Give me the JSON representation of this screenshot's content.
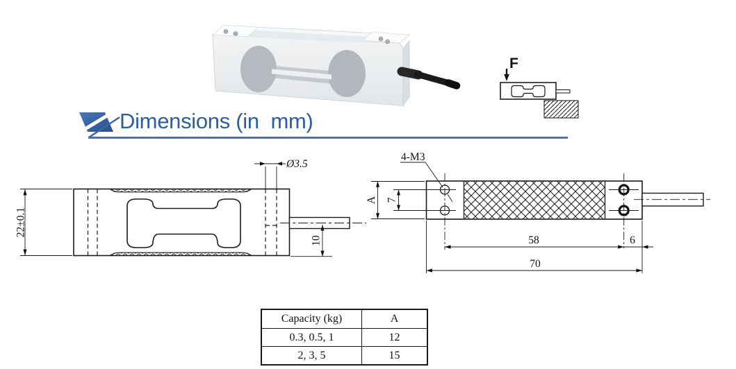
{
  "header": {
    "title": "Dimensions (in  mm)"
  },
  "force_diagram": {
    "force_label": "F"
  },
  "front_view": {
    "height": "22±0.1",
    "cable_hole_dia": "Ø3.5",
    "cable_offset": "10"
  },
  "top_view": {
    "thread_note": "4-M3",
    "width_label": "A",
    "hole_spacing": "7",
    "length_to_holes": "58",
    "edge_to_hole": "6",
    "total_length": "70"
  },
  "capacity_table": {
    "headers": [
      "Capacity (kg)",
      "A"
    ],
    "rows": [
      {
        "capacity": "0.3, 0.5, 1",
        "a": "12"
      },
      {
        "capacity": "2, 3, 5",
        "a": "15"
      }
    ]
  },
  "colors": {
    "accent_blue": "#2d5e9e",
    "rule_blue": "#4a72a8",
    "line_black": "#1a1a1a"
  }
}
